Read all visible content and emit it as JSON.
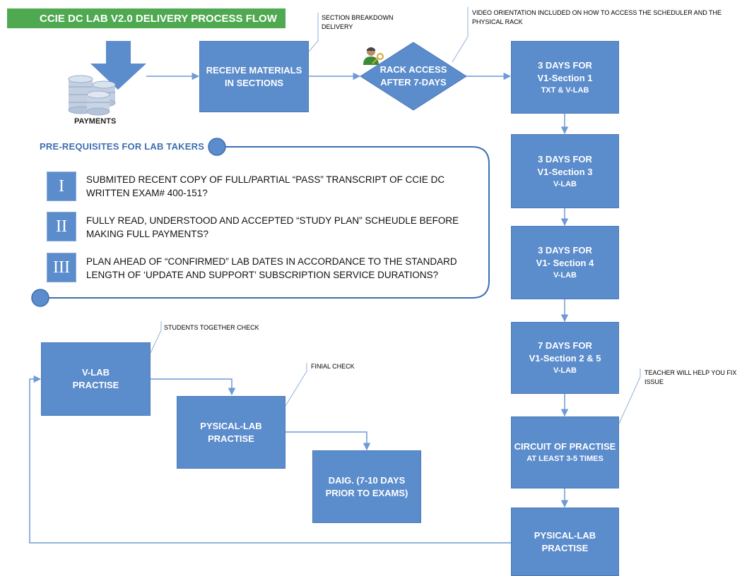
{
  "title": "CCIE DC LAB V2.0 DELIVERY PROCESS FLOW",
  "colors": {
    "banner": "#4fa950",
    "box": "#5b8ccc",
    "box_border": "#4a7ab8",
    "connector": "#6f9ad6",
    "callout_line": "#8fb0de",
    "prereq_heading": "#3e6fb0"
  },
  "icons": {
    "payment_arrow": "down-arrow-icon",
    "payment_coins": "coin-stack-icon",
    "rack_user": "user-key-icon"
  },
  "payments_label": "PAYMENTS",
  "receive_box": {
    "line1": "RECEIVE MATERIALS",
    "line2": "IN SECTIONS"
  },
  "section_callout": {
    "line1": "SECTION BREAKDOWN",
    "line2": "DELIVERY"
  },
  "rack_access": {
    "line1": "RACK ACCESS",
    "line2": "AFTER 7-DAYS"
  },
  "video_callout": {
    "line1": "VIDEO ORIENTATION INCLUDED ON HOW TO ACCESS THE SCHEDULER AND THE",
    "line2": "PHYSICAL RACK"
  },
  "right_column": [
    {
      "line1": "3 DAYS FOR",
      "line2": "V1-Section 1",
      "line3": "TXT & V-LAB"
    },
    {
      "line1": "3 DAYS FOR",
      "line2": "V1-Section 3",
      "line3": "V-LAB"
    },
    {
      "line1": "3 DAYS FOR",
      "line2": "V1- Section 4",
      "line3": "V-LAB"
    },
    {
      "line1": "7 DAYS FOR",
      "line2": "V1-Section 2 & 5",
      "line3": "V-LAB"
    },
    {
      "line1": "CIRCUIT OF PRACTISE",
      "line2": "AT LEAST 3-5 TIMES"
    },
    {
      "line1": "PYSICAL-LAB",
      "line2": "PRACTISE"
    }
  ],
  "teacher_callout": {
    "line1": "TEACHER WILL HELP YOU FIX",
    "line2": "ISSUE"
  },
  "prereq": {
    "title": "PRE-REQUISITES FOR LAB TAKERS",
    "items": [
      {
        "numeral": "I",
        "line1": "SUBMITED RECENT COPY OF FULL/PARTIAL “PASS” TRANSCRIPT OF CCIE DC",
        "line2": "WRITTEN EXAM# 400-151?"
      },
      {
        "numeral": "II",
        "line1": "FULLY READ, UNDERSTOOD AND ACCEPTED “STUDY PLAN” SCHEUDLE BEFORE",
        "line2": "MAKING FULL PAYMENTS?"
      },
      {
        "numeral": "III",
        "line1": "PLAN AHEAD OF “CONFIRMED” LAB DATES IN ACCORDANCE TO THE STANDARD",
        "line2": "LENGTH OF ‘UPDATE AND SUPPORT’ SUBSCRIPTION SERVICE DURATIONS?"
      }
    ]
  },
  "vlab_box": {
    "line1": "V-LAB",
    "line2": "PRACTISE"
  },
  "students_callout": "STUDENTS TOGETHER CHECK",
  "physlab_box": {
    "line1": "PYSICAL-LAB",
    "line2": "PRACTISE"
  },
  "final_callout": "FINIAL CHECK",
  "daig_box": {
    "line1": "DAIG. (7-10 DAYS",
    "line2": "PRIOR TO EXAMS)"
  }
}
